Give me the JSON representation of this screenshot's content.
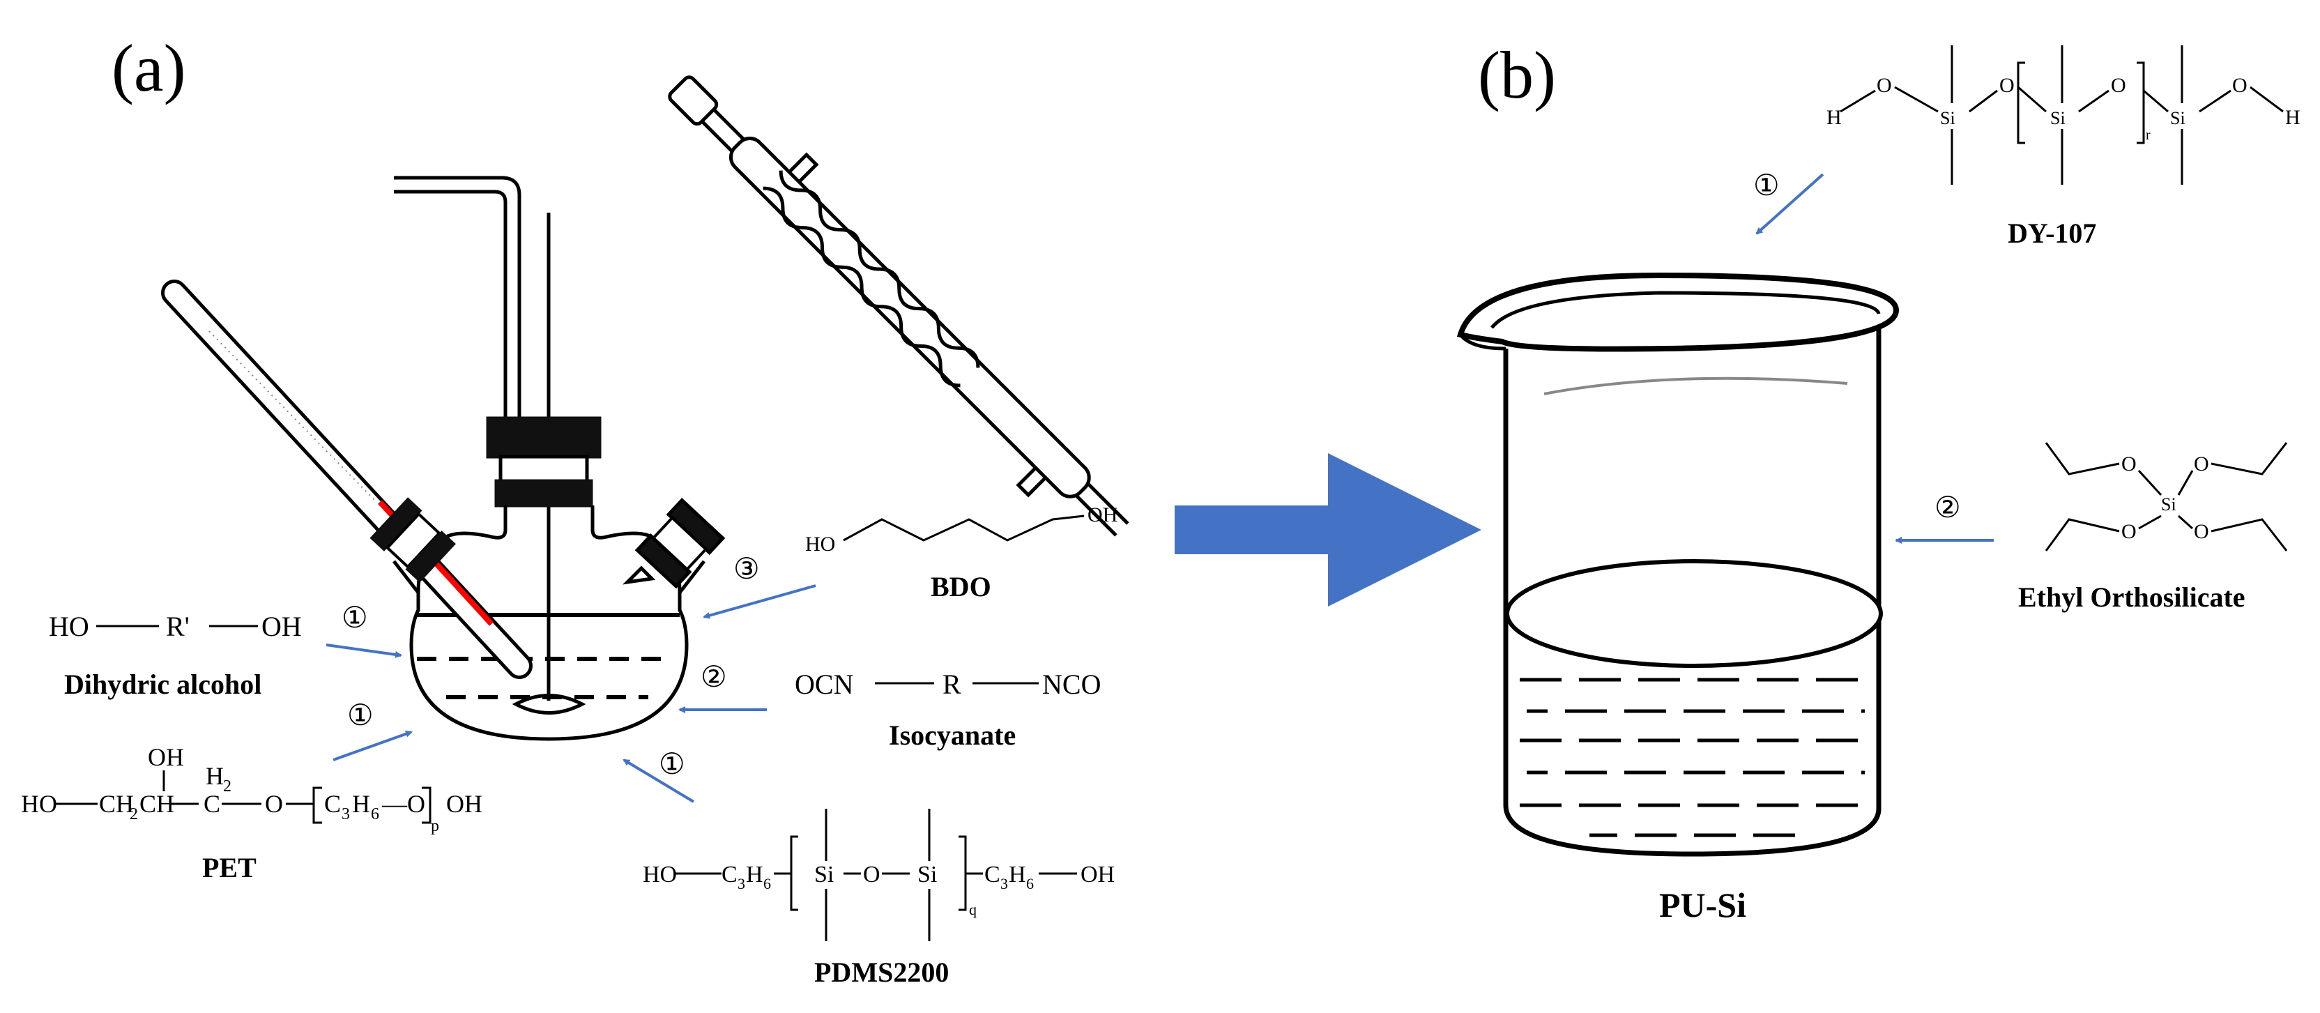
{
  "panels": {
    "a": "(a)",
    "b": "(b)"
  },
  "steps": {
    "one": "①",
    "two": "②",
    "three": "③"
  },
  "reagents": {
    "dihydric_alcohol": {
      "label": "Dihydric  alcohol",
      "left": "HO",
      "mid": "R'",
      "right": "OH"
    },
    "pet": {
      "label": "PET",
      "oh": "OH",
      "h2": "H",
      "h2_sub": "2",
      "ho": "HO",
      "ch2ch": "—CH",
      "ch2_sub": "2",
      "ch": "CH",
      "c": "—C—",
      "o": "O",
      "c3h6": "C",
      "c3_sub": "3",
      "h6": "H",
      "h6_sub": "6",
      "o2": "—O",
      "p": "p",
      "oh_end": "OH"
    },
    "bdo": {
      "label": "BDO",
      "ho": "HO",
      "oh": "OH"
    },
    "isocyanate": {
      "label": "Isocyanate",
      "left": "OCN",
      "mid": "R",
      "right": "NCO"
    },
    "pdms": {
      "label": "PDMS2200",
      "ho": "HO",
      "c3": "C",
      "c3_sub": "3",
      "h6": "H",
      "h6_sub": "6",
      "si1": "Si",
      "o": "O",
      "si2": "Si",
      "q": "q",
      "oh": "OH"
    },
    "dy107": {
      "label": "DY-107",
      "h1": "H",
      "o1": "O",
      "si1": "Si",
      "o2": "O",
      "si2": "Si",
      "o3": "O",
      "r": "r",
      "si3": "Si",
      "o4": "O",
      "h2": "H"
    },
    "teos": {
      "label": "Ethyl  Orthosilicate",
      "o1": "O",
      "o2": "O",
      "si": "Si",
      "o3": "O",
      "o4": "O"
    }
  },
  "product": {
    "label": "PU-Si"
  },
  "colors": {
    "arrow": "#4472C4",
    "thermometer_red": "#FF0000",
    "line": "#000000"
  }
}
